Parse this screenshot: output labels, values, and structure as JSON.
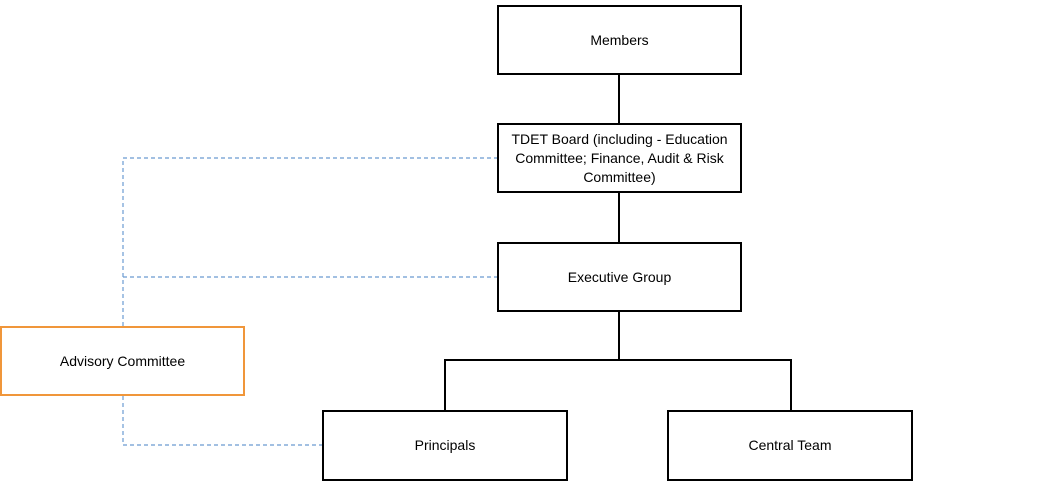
{
  "nodes": {
    "members": "Members",
    "board": "TDET Board (including - Education Committee; Finance, Audit & Risk Committee)",
    "executive": "Executive Group",
    "principals": "Principals",
    "central_team": "Central Team",
    "advisory": "Advisory Committee"
  },
  "colors": {
    "solid_connector": "#000000",
    "dashed_connector": "#6b9bd1",
    "advisory_border": "#f0963a"
  }
}
